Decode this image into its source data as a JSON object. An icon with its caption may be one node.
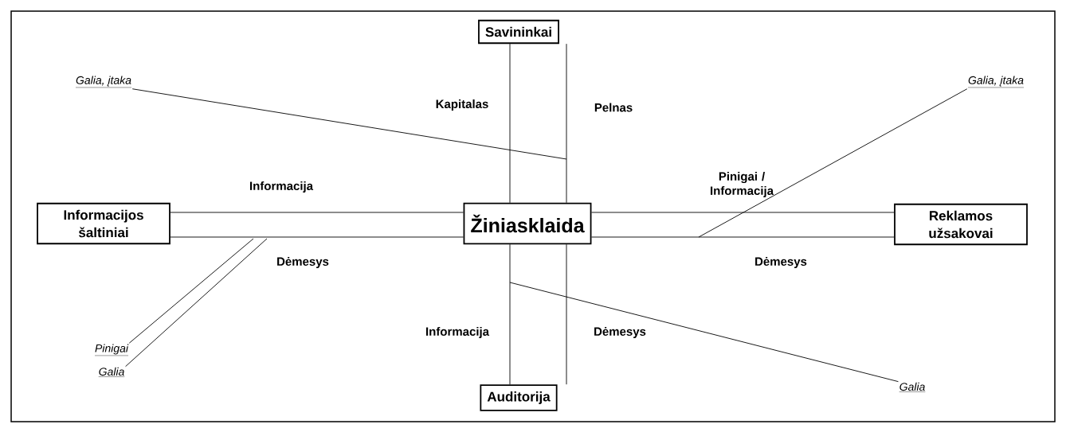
{
  "diagram": {
    "nodes": [
      {
        "text": [
          "Savininkai"
        ]
      },
      {
        "text": [
          "Informacijos šaltiniai"
        ]
      },
      {
        "text": [
          "Žiniasklaida"
        ]
      },
      {
        "text": [
          "Reklamos užsakovai"
        ]
      },
      {
        "text": [
          "Auditorija"
        ]
      },
      {
        "text": [
          "Galia, įtaka"
        ]
      },
      {
        "text": [
          "Galia, įtaka"
        ]
      },
      {
        "text": [
          "Pinigai"
        ]
      },
      {
        "text": [
          "Galia"
        ]
      },
      {
        "text": [
          "Galia"
        ]
      }
    ],
    "edges": [
      {
        "from": 0,
        "to": 2,
        "arrow": "none",
        "label": "Kapitalas"
      },
      {
        "from": 2,
        "to": 0,
        "arrow": "none",
        "label": "Pelnas"
      },
      {
        "from": 1,
        "to": 2,
        "arrow": "none",
        "label": "Informacija"
      },
      {
        "from": 2,
        "to": 1,
        "arrow": "none",
        "label": "Dėmesys"
      },
      {
        "from": 3,
        "to": 2,
        "arrow": "none",
        "label": "Pinigai / Informacija"
      },
      {
        "from": 2,
        "to": 3,
        "arrow": "none",
        "label": "Dėmesys"
      },
      {
        "from": 2,
        "to": 4,
        "arrow": "none",
        "label": "Informacija"
      },
      {
        "from": 4,
        "to": 2,
        "arrow": "none",
        "label": "Dėmesys"
      },
      {
        "from": 5,
        "to": null,
        "arrow": "none"
      },
      {
        "from": 6,
        "to": null,
        "arrow": "none"
      },
      {
        "from": 7,
        "to": null,
        "arrow": "none"
      },
      {
        "from": 8,
        "to": null,
        "arrow": "none"
      },
      {
        "from": 9,
        "to": null,
        "arrow": "none"
      }
    ]
  }
}
